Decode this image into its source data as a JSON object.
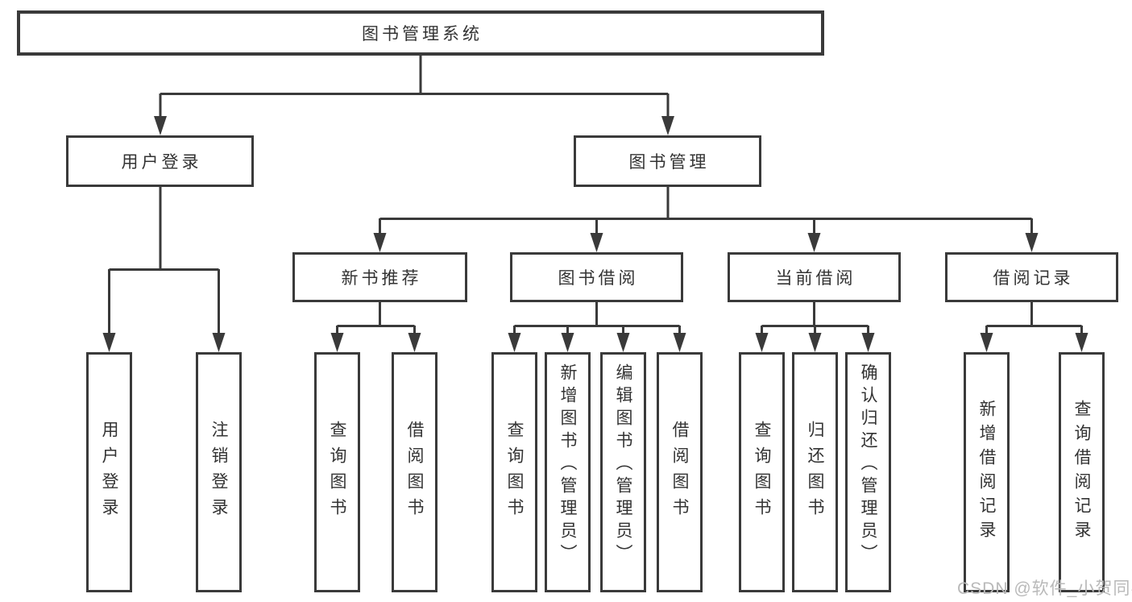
{
  "tree": {
    "root": "图书管理系统",
    "level2": [
      "用户登录",
      "图书管理"
    ],
    "groups": [
      {
        "parent": "用户登录",
        "leaves": [
          "用户登录",
          "注销登录"
        ]
      },
      {
        "parent": "新书推荐",
        "leaves": [
          "查询图书",
          "借阅图书"
        ]
      },
      {
        "parent": "图书借阅",
        "leaves": [
          "查询图书",
          "新增图书（管理员）",
          "编辑图书（管理员）",
          "借阅图书"
        ]
      },
      {
        "parent": "当前借阅",
        "leaves": [
          "查询图书",
          "归还图书",
          "确认归还（管理员）"
        ]
      },
      {
        "parent": "借阅记录",
        "leaves": [
          "新增借阅记录",
          "查询借阅记录"
        ]
      }
    ],
    "watermark": "CSDN @软件_小贺同学",
    "colors": {
      "line": "#3a3a3a",
      "text": "#333333",
      "watermark": "#b9b9b9",
      "background": "#ffffff"
    }
  }
}
